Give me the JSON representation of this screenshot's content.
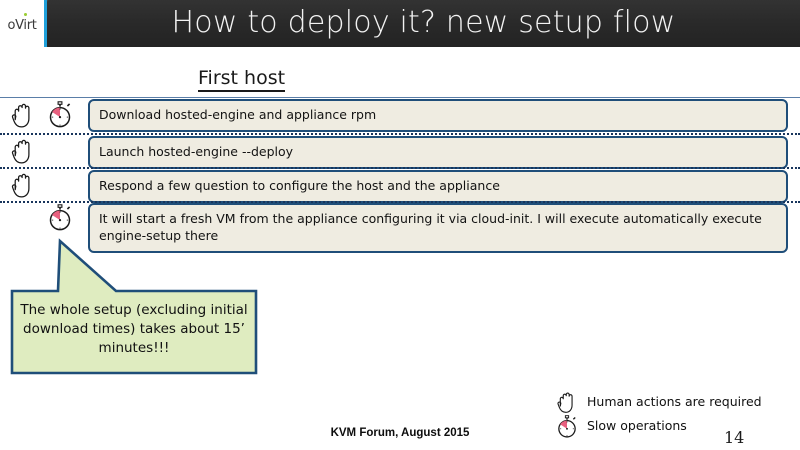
{
  "header": {
    "logo_text": "oVirt",
    "title": "How to deploy it? new setup flow",
    "accent_color": "#1fa0da",
    "band_color": "#2b2b2b"
  },
  "section": {
    "heading": "First host"
  },
  "steps": [
    {
      "text": "Download hosted-engine and appliance rpm",
      "icons": [
        "hand-icon",
        "stopwatch-icon"
      ]
    },
    {
      "text": "Launch hosted-engine --deploy",
      "icons": [
        "hand-icon"
      ]
    },
    {
      "text": "Respond a few question to configure the host and the appliance",
      "icons": [
        "hand-icon"
      ]
    },
    {
      "text": "It will start a fresh VM from the appliance configuring it via cloud-init. I will execute automatically execute engine-setup there",
      "icons": [
        "stopwatch-icon"
      ]
    }
  ],
  "callout": {
    "text": "The whole setup (excluding initial download times) takes about 15’ minutes!!!",
    "fill_color": "#dfecc0",
    "border_color": "#1f4e79"
  },
  "legend": [
    {
      "icon": "hand-icon",
      "label": "Human actions are required"
    },
    {
      "icon": "stopwatch-icon",
      "label": "Slow operations"
    }
  ],
  "footer": {
    "note": "KVM Forum, August 2015",
    "page_number": "14"
  },
  "colors": {
    "box_fill": "#efece1",
    "box_border": "#1f4e79",
    "stopwatch_wedge": "#e8607f"
  }
}
